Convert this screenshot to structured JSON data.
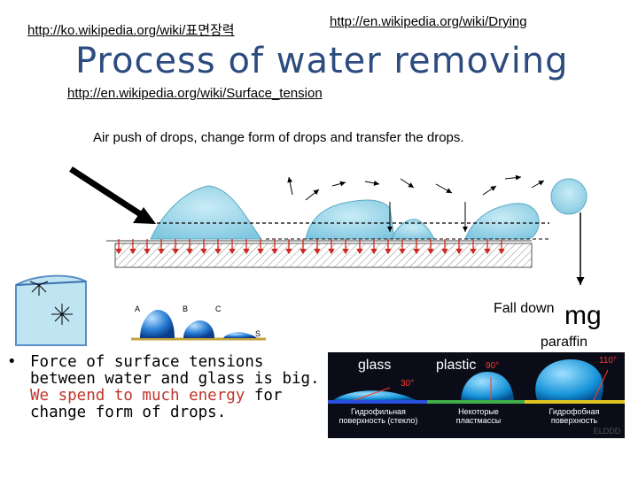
{
  "links": {
    "ko_wiki": "http://ko.wikipedia.org/wiki/표면장력",
    "en_drying": "http://en.wikipedia.org/wiki/Drying",
    "en_surface_tension": "http://en.wikipedia.org/wiki/Surface_tension"
  },
  "title": "Process of water removing",
  "caption": "Air push of drops, change form of drops and transfer the drops.",
  "bullet": {
    "dot": "•",
    "text_before": "Force of surface tensions between water and glass is big. ",
    "text_red": "We spend to much energy",
    "text_after": " for change form of drops."
  },
  "labels": {
    "fall_down": "Fall down",
    "mg": "mg",
    "paraffin": "paraffin"
  },
  "drop_diagram": {
    "labels": [
      "A",
      "B",
      "C",
      "S"
    ]
  },
  "photo": {
    "glass": "glass",
    "plastic": "plastic",
    "angle_30": "30°",
    "angle_90": "90°",
    "angle_110": "110°",
    "caption_1": "Гидрофильная поверхность (стекло)",
    "caption_2": "Некоторые пластмассы",
    "caption_3": "Гидрофобная поверхность",
    "watermark": "ELDDD"
  },
  "colors": {
    "title": "#2c4b7f",
    "water": "#8fd0e6",
    "arrow_red": "#d0281e",
    "emphasis": "#c0362c"
  }
}
